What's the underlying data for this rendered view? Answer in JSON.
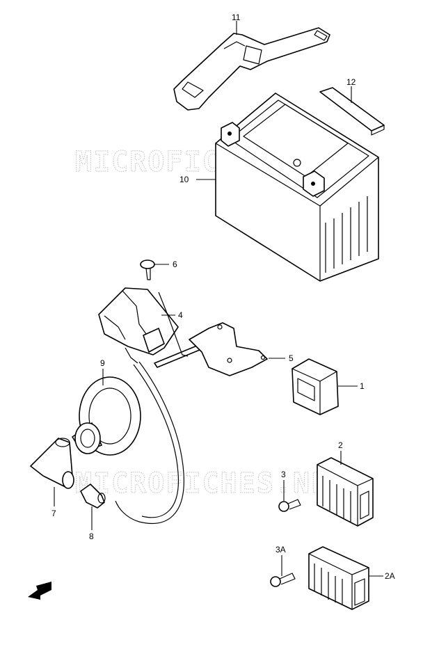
{
  "watermark": {
    "text_1": "MICROFICHES.NET",
    "text_2": "MICROFICHES.NET"
  },
  "fwd_label": "FWD",
  "callouts": {
    "p1": "1",
    "p2": "2",
    "p2a": "2A",
    "p3": "3",
    "p3a": "3A",
    "p4": "4",
    "p5": "5",
    "p6": "6",
    "p7": "7",
    "p8": "8",
    "p9": "9",
    "p10": "10",
    "p11": "11",
    "p12": "12"
  }
}
